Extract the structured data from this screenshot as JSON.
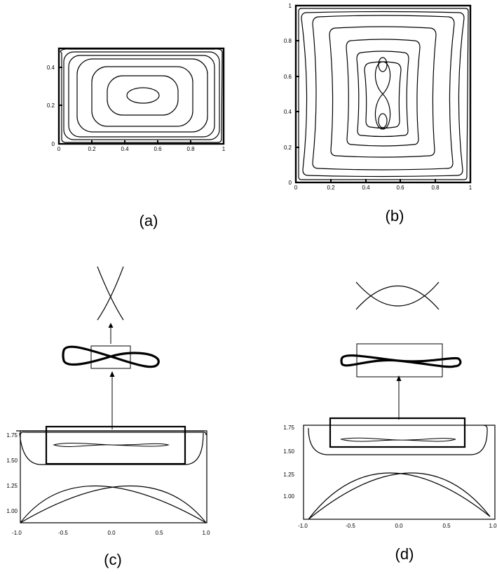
{
  "panels": {
    "a": {
      "caption": "(a)",
      "x_ticks": [
        "0",
        "0.2",
        "0.4",
        "0.6",
        "0.8",
        "1"
      ],
      "y_ticks": [
        "0",
        "0.2",
        "0.4"
      ]
    },
    "b": {
      "caption": "(b)",
      "x_ticks": [
        "0",
        "0.2",
        "0.4",
        "0.6",
        "0.8",
        "1"
      ],
      "y_ticks": [
        "0",
        "0.2",
        "0.4",
        "0.6",
        "0.8",
        "1"
      ]
    },
    "c": {
      "caption": "(c)",
      "x_ticks": [
        "-1.0",
        "-0.5",
        "0.0",
        "0.5",
        "1.0"
      ],
      "y_ticks": [
        "1.75",
        "1.50",
        "1.25",
        "1.00"
      ]
    },
    "d": {
      "caption": "(d)",
      "x_ticks": [
        "-1.0",
        "-0.5",
        "0.0",
        "0.5",
        "1.0"
      ],
      "y_ticks": [
        "1.75",
        "1.50",
        "1.25",
        "1.00"
      ]
    }
  }
}
